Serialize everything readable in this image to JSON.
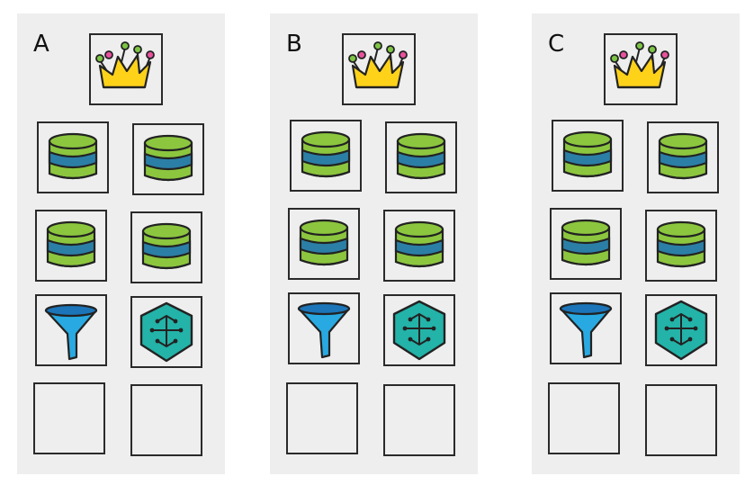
{
  "colors": {
    "panel_bg": "#eeeeee",
    "crown": "#ffd21a",
    "crown_ball_pink": "#e8519e",
    "crown_ball_green": "#7cc443",
    "db_green": "#8cc63f",
    "db_blue": "#2b7fa6",
    "funnel_blue": "#29a9e1",
    "hex_teal": "#23b3a8"
  },
  "panels": [
    {
      "label": "A",
      "tiles": [
        [
          "database-icon",
          "database-icon"
        ],
        [
          "database-icon",
          "database-icon"
        ],
        [
          "funnel-icon",
          "hexagon-network-icon"
        ],
        [
          "empty",
          "empty"
        ]
      ]
    },
    {
      "label": "B",
      "tiles": [
        [
          "database-icon",
          "database-icon"
        ],
        [
          "database-icon",
          "database-icon"
        ],
        [
          "funnel-icon",
          "hexagon-network-icon"
        ],
        [
          "empty",
          "empty"
        ]
      ]
    },
    {
      "label": "C",
      "tiles": [
        [
          "database-icon",
          "database-icon"
        ],
        [
          "database-icon",
          "database-icon"
        ],
        [
          "funnel-icon",
          "hexagon-network-icon"
        ],
        [
          "empty",
          "empty"
        ]
      ]
    }
  ],
  "top_icon": "crown-icon"
}
